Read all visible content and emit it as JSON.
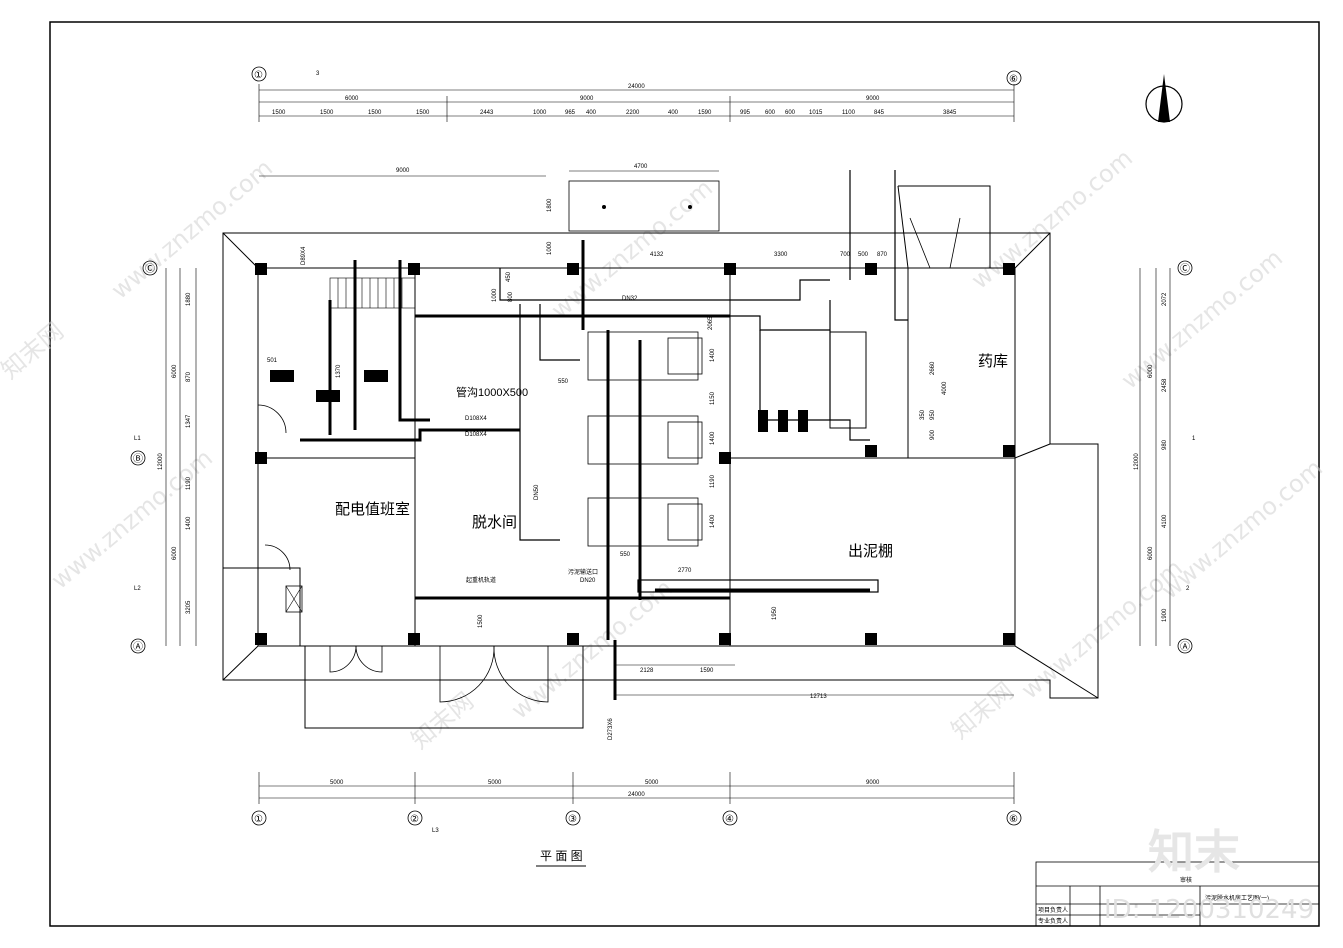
{
  "grid": {
    "columns": [
      "①",
      "②",
      "③",
      "④",
      "⑥"
    ],
    "rows": [
      "Ⓐ",
      "Ⓑ",
      "Ⓒ"
    ]
  },
  "section_marks": [
    "3",
    "L1",
    "L2",
    "L3",
    "1",
    "2"
  ],
  "dimensions": {
    "top_total": "24000",
    "top_segments": [
      "6000",
      "9000",
      "9000"
    ],
    "top_detail": [
      "1500",
      "1500",
      "1500",
      "1500",
      "2443",
      "1000",
      "965",
      "400",
      "2200",
      "400",
      "1590",
      "995",
      "600",
      "600",
      "1015",
      "1100",
      "845",
      "3845"
    ],
    "tank": "4700",
    "left_span": "9000",
    "tank_height": "1800",
    "tank_gap": "1000",
    "mid_top": [
      "4132",
      "3300",
      "700",
      "500",
      "870"
    ],
    "bottom_segments": [
      "5000",
      "5000",
      "5000",
      "9000"
    ],
    "bottom_total": "24000",
    "pipe_lower": [
      "2128",
      "1590",
      "12713"
    ],
    "left_side": [
      "1880",
      "6000",
      "12000",
      "6000",
      "3205",
      "1347",
      "1190",
      "1400",
      "870"
    ],
    "right_side": [
      "2072",
      "6000",
      "2458",
      "12000",
      "980",
      "4100",
      "6000",
      "1900"
    ],
    "inner": [
      "2660",
      "4000",
      "950",
      "900",
      "550",
      "1400",
      "1150",
      "1400",
      "1190",
      "1400",
      "2770",
      "1950",
      "1000",
      "2065",
      "501",
      "1370",
      "1500",
      "450",
      "800",
      "550",
      "350"
    ]
  },
  "rooms": {
    "power_room": "配电值班室",
    "dewatering": "脱水间",
    "sludge_shed": "出泥棚",
    "chemical_store": "药库"
  },
  "annotations": {
    "duct": "管沟1000X500",
    "pipe_d108": "D108X4",
    "pipe_dn32": "DN32",
    "pipe_dn50": "DN50",
    "pipe_dn20": "DN20",
    "pipe_d273": "D273X6",
    "pipe_d89": "D89X4",
    "outlet": "污泥输送口",
    "crane": "起重机轨道"
  },
  "plan_title": "平 面 图",
  "title_block": {
    "header": "审核",
    "sheet_title": "污泥脱水机房工艺图(一)",
    "rows": [
      "项目负责人",
      "专业负责人"
    ]
  },
  "watermarks": {
    "site": "www.znzmo.com",
    "brand_cn": "知末网",
    "logo": "知末",
    "id": "ID: 1200310249"
  }
}
